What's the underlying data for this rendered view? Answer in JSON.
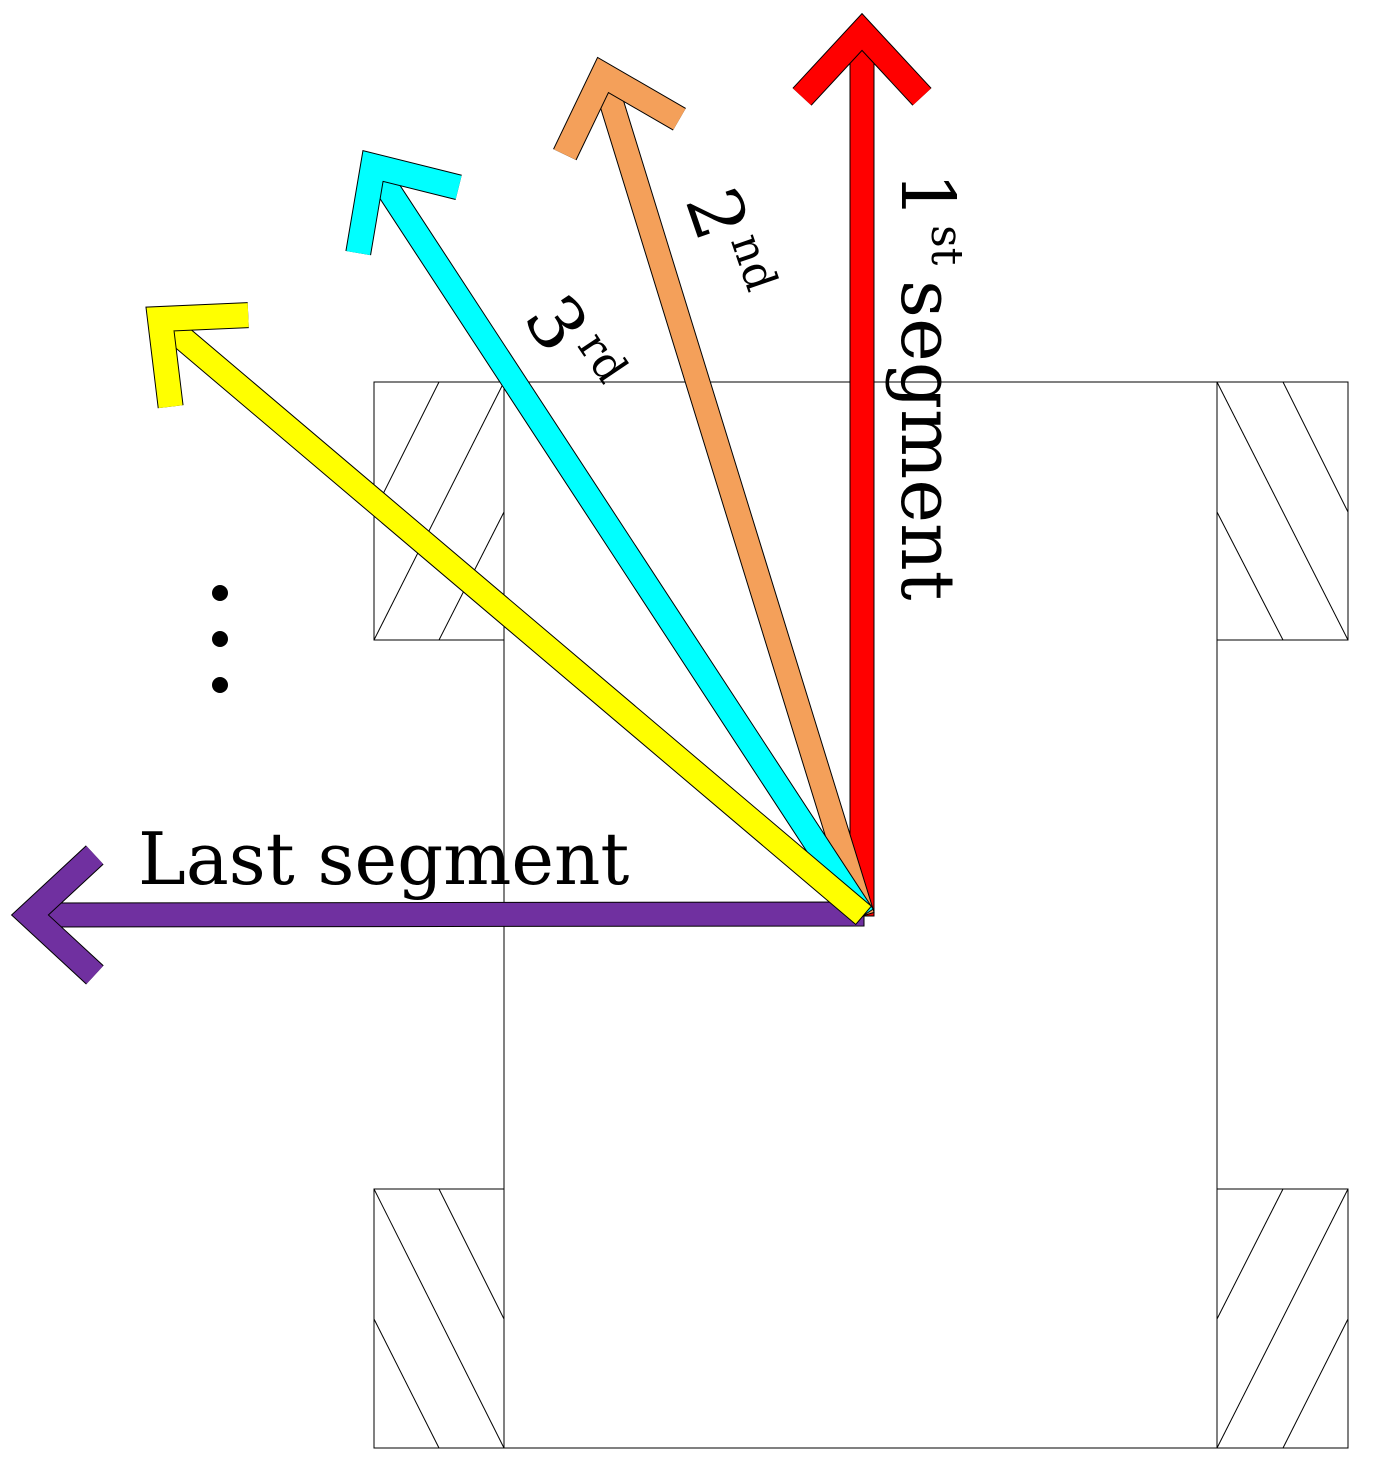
{
  "labels": {
    "first": {
      "main": "1",
      "sup": "st",
      "word": "segment"
    },
    "second": {
      "main": "2",
      "sup": "nd"
    },
    "third": {
      "main": "3",
      "sup": "rd"
    },
    "last": "Last segment",
    "ellipsis": "⋮"
  },
  "colors": {
    "first": "#ff0000",
    "second": "#f4a05a",
    "third": "#00ffff",
    "fourth": "#ffff00",
    "last": "#7030a0",
    "outline": "#000000"
  },
  "icons": {
    "segment_arrow": "arrow-icon",
    "wheel": "hatched-wheel",
    "ellipsis": "vertical-ellipsis-icon"
  }
}
